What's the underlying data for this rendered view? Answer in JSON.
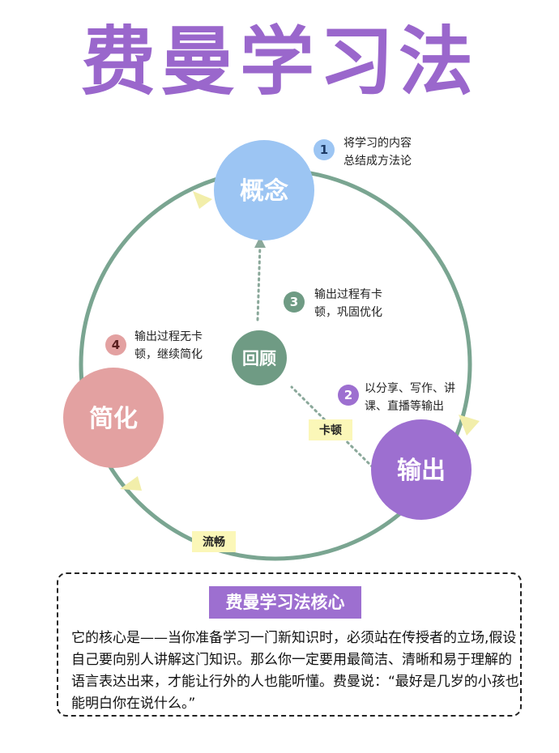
{
  "title": "费曼学习法",
  "colors": {
    "title": "#9a67cc",
    "ring": "#7aa591",
    "concept": "#9cc5f3",
    "output": "#9d6fd0",
    "review": "#6f9b84",
    "simplify": "#e3a1a1",
    "tag_bg": "#fbf7b8",
    "arrow": "#f2eeaa"
  },
  "nodes": {
    "concept": "概念",
    "output": "输出",
    "review": "回顾",
    "simplify": "简化"
  },
  "steps": [
    {
      "num": "1",
      "line1": "将学习的内容",
      "line2": "总结成方法论"
    },
    {
      "num": "2",
      "line1": "以分享、写作、讲",
      "line2": "课、直播等输出"
    },
    {
      "num": "3",
      "line1": "输出过程有卡",
      "line2": "顿，巩固优化"
    },
    {
      "num": "4",
      "line1": "输出过程无卡",
      "line2": "顿，继续简化"
    }
  ],
  "tags": {
    "stuck": "卡顿",
    "fluent": "流畅"
  },
  "core": {
    "title": "费曼学习法核心",
    "text": "它的核心是——当你准备学习一门新知识时，必须站在传授者的立场,假设自己要向别人讲解这门知识。那么你一定要用最简洁、清晰和易于理解的语言表达出来，才能让行外的人也能听懂。费曼说：“最好是几岁的小孩也能明白你在说什么。”"
  }
}
